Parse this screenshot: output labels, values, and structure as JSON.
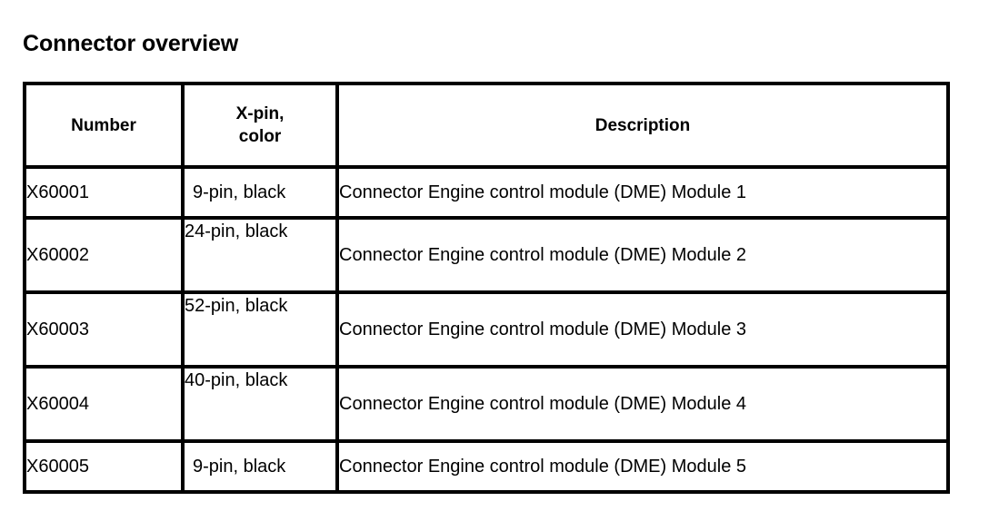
{
  "document": {
    "title": "Connector overview"
  },
  "table": {
    "columns": [
      {
        "key": "number",
        "label": "Number"
      },
      {
        "key": "xpin",
        "label_line1": "X-pin,",
        "label_line2": "color"
      },
      {
        "key": "description",
        "label": "Description"
      }
    ],
    "rows": [
      {
        "number": "X60001",
        "xpin": "9-pin, black",
        "description": "Connector Engine control module (DME) Module 1"
      },
      {
        "number": "X60002",
        "xpin": "24-pin, black",
        "description": "Connector Engine control module (DME) Module 2"
      },
      {
        "number": "X60003",
        "xpin": "52-pin, black",
        "description": "Connector Engine control module (DME) Module 3"
      },
      {
        "number": "X60004",
        "xpin": "40-pin, black",
        "description": "Connector Engine control module (DME) Module 4"
      },
      {
        "number": "X60005",
        "xpin": "9-pin, black",
        "description": "Connector Engine control module (DME) Module 5"
      }
    ]
  },
  "colors": {
    "background": "#ffffff",
    "text": "#000000",
    "border": "#000000"
  }
}
